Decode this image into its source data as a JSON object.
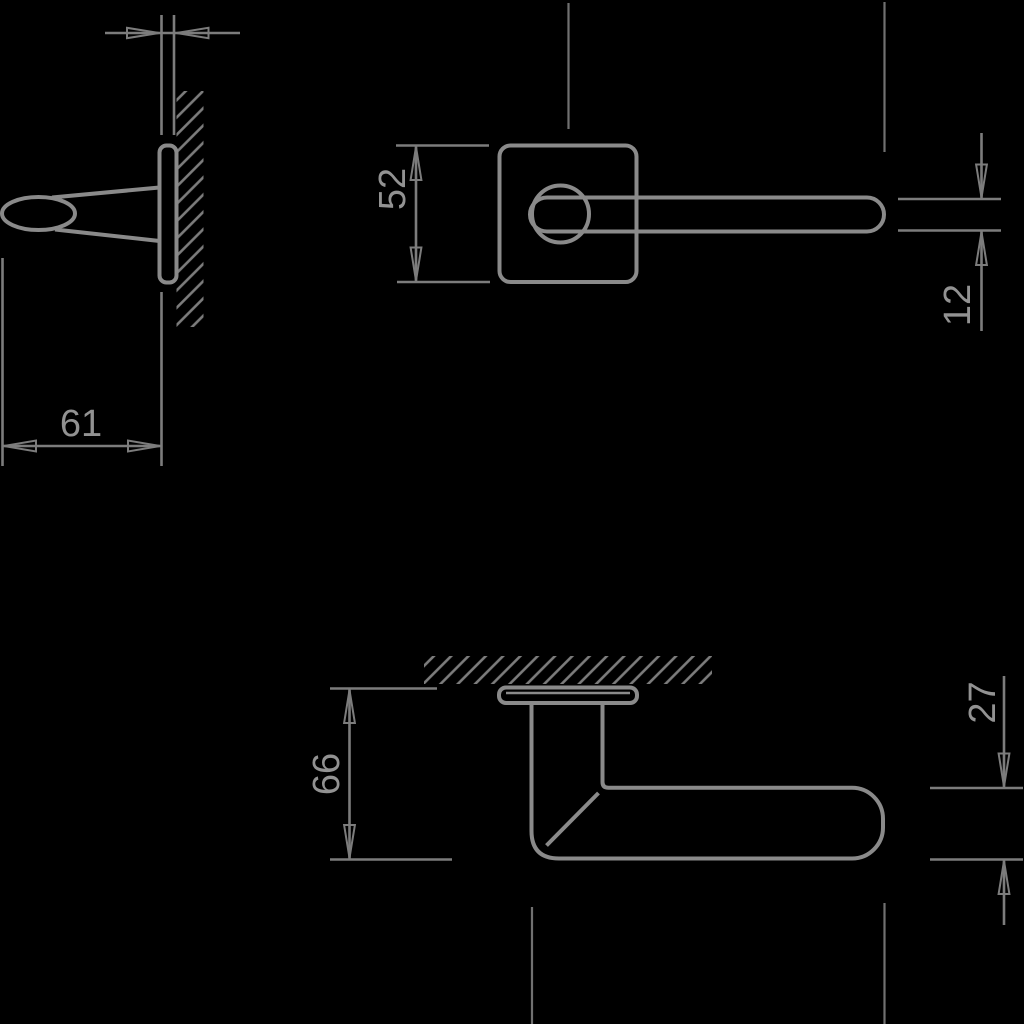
{
  "drawing": {
    "background": "#000000",
    "colors": {
      "object_line": "#8a8a8a",
      "dimension_line": "#7c7c7c",
      "label_text": "#929292"
    },
    "dimensions": {
      "plate_width": "61",
      "rosette_size": "52",
      "lever_thickness": "12",
      "handle_height": "66",
      "grip_depth": "27"
    }
  }
}
